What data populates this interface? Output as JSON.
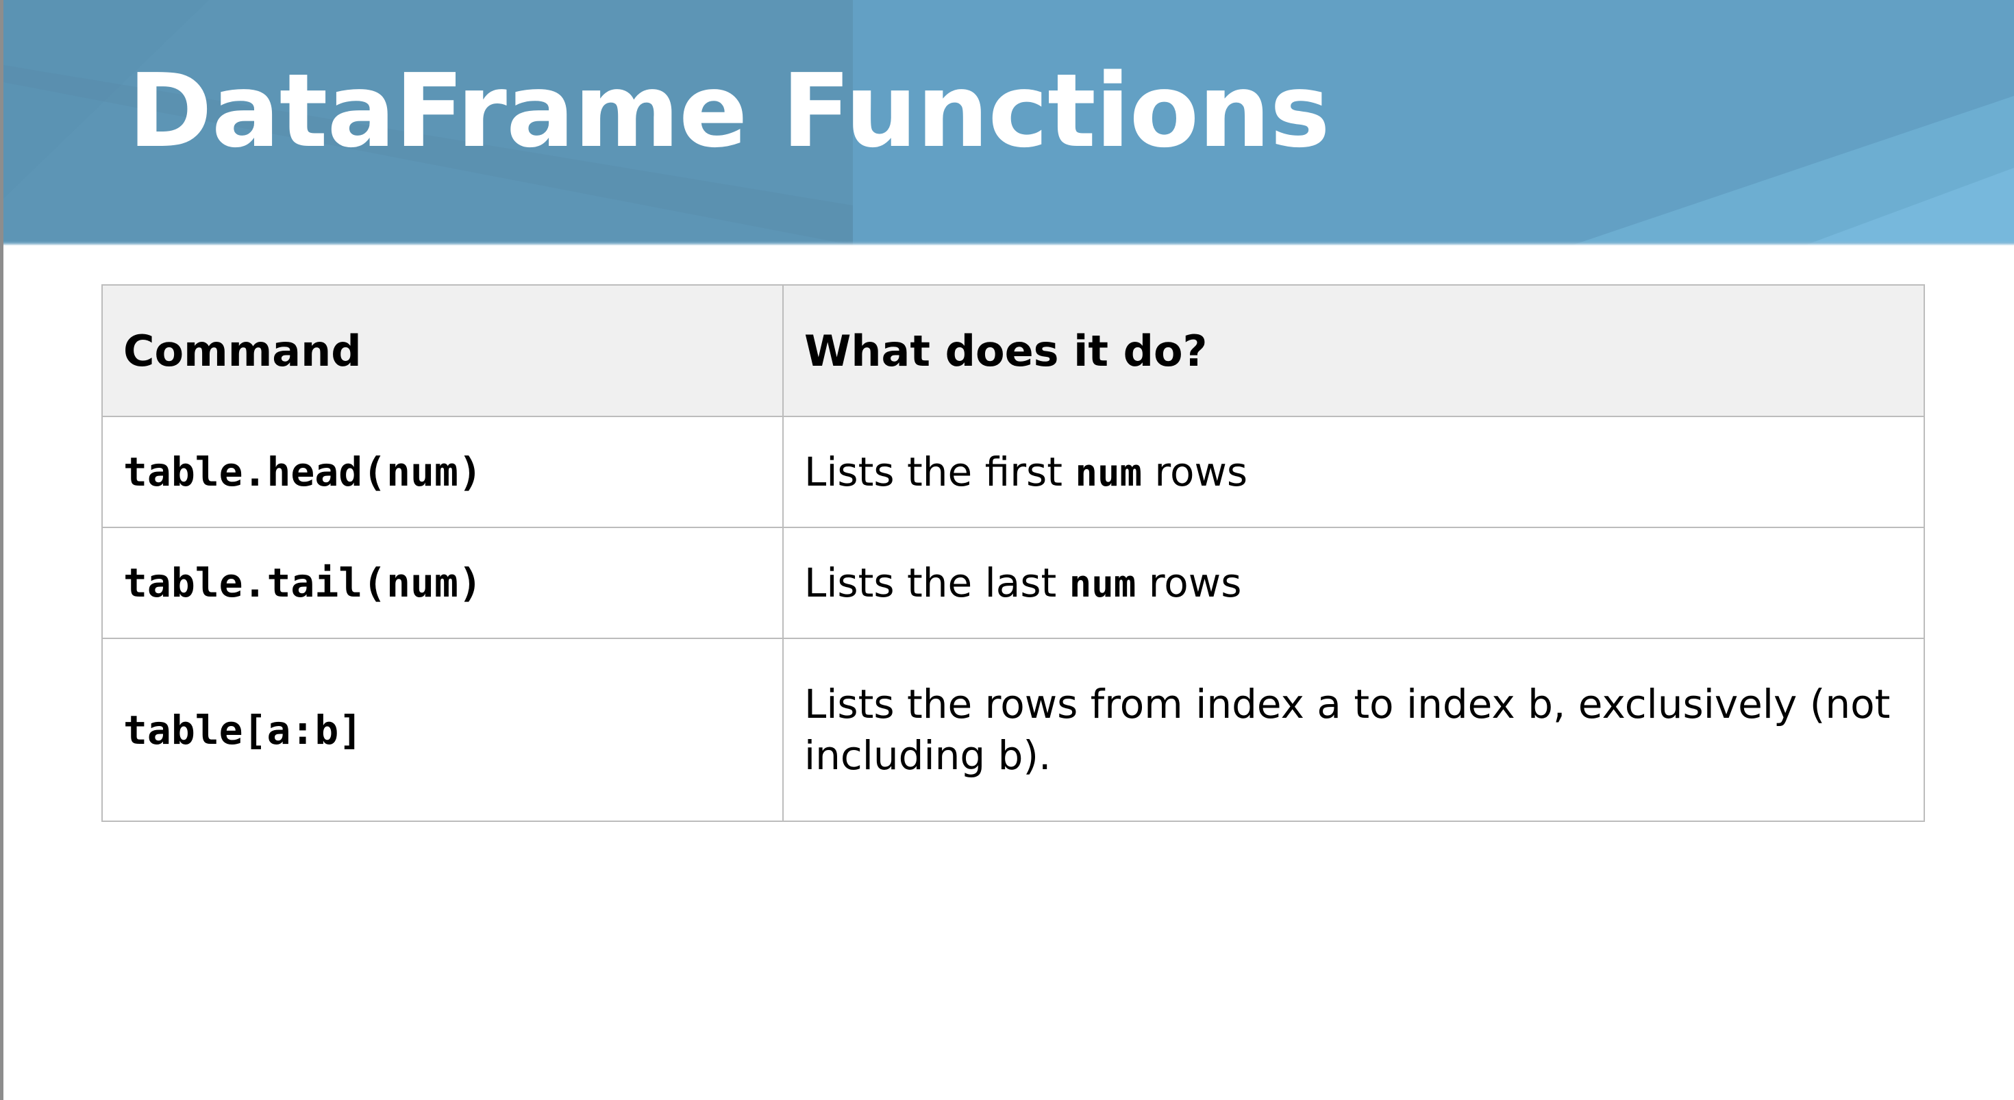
{
  "slide": {
    "title": "DataFrame Functions",
    "colors": {
      "banner_left": "#5d95b5",
      "banner_right": "#63a0c4",
      "banner_accent_light": "#6fb0d4",
      "banner_accent_dark": "#57879f",
      "title_text": "#ffffff",
      "table_border": "#bcbcbc",
      "table_header_bg": "#f0f0f0",
      "body_bg": "#ffffff",
      "text": "#000000"
    }
  },
  "table": {
    "columns": [
      {
        "key": "command",
        "label": "Command"
      },
      {
        "key": "description",
        "label": "What does it do?"
      }
    ],
    "rows": [
      {
        "command": "table.head(num)",
        "description_parts": [
          {
            "text": "Lists the first ",
            "style": "plain"
          },
          {
            "text": "num",
            "style": "mono-bold"
          },
          {
            "text": " rows",
            "style": "plain"
          }
        ],
        "description_plain": "Lists the first num rows"
      },
      {
        "command": "table.tail(num)",
        "description_parts": [
          {
            "text": "Lists the last ",
            "style": "plain"
          },
          {
            "text": "num",
            "style": "mono-bold"
          },
          {
            "text": " rows",
            "style": "plain"
          }
        ],
        "description_plain": "Lists the last num rows"
      },
      {
        "command": "table[a:b]",
        "description_parts": [
          {
            "text": "Lists the rows from index a to index b, exclusively (not including b).",
            "style": "plain"
          }
        ],
        "description_plain": "Lists the rows from index a to index b, exclusively (not including b)."
      }
    ]
  }
}
